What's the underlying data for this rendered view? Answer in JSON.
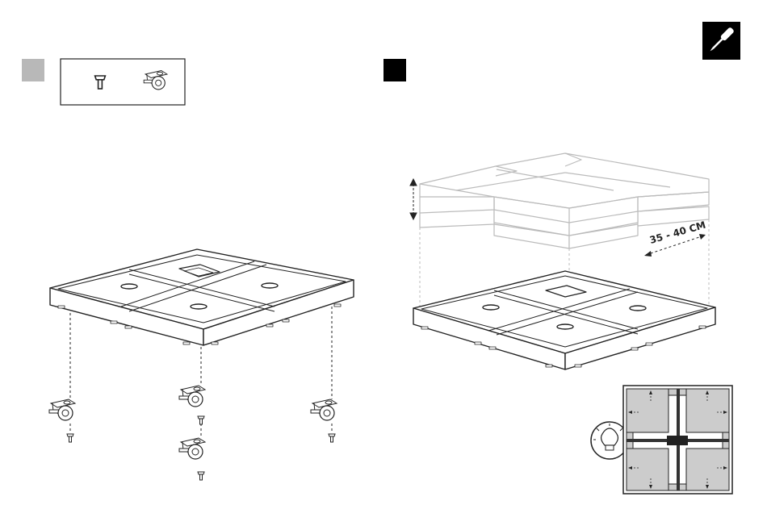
{
  "steps": [
    {
      "id": "step-a",
      "color": "#b8b8b8"
    },
    {
      "id": "step-b",
      "color": "#000000"
    }
  ],
  "parts_box": {
    "items": [
      "screw-icon",
      "caster-wheel-icon"
    ]
  },
  "tool_icon": "screwdriver-icon",
  "tip_icon": "lightbulb-icon",
  "dimension": {
    "label": "35 - 40 CM"
  },
  "colors": {
    "line": "#222222",
    "slab": "#bbbbbb",
    "tile": "#cccccc",
    "frame": "#333333"
  }
}
